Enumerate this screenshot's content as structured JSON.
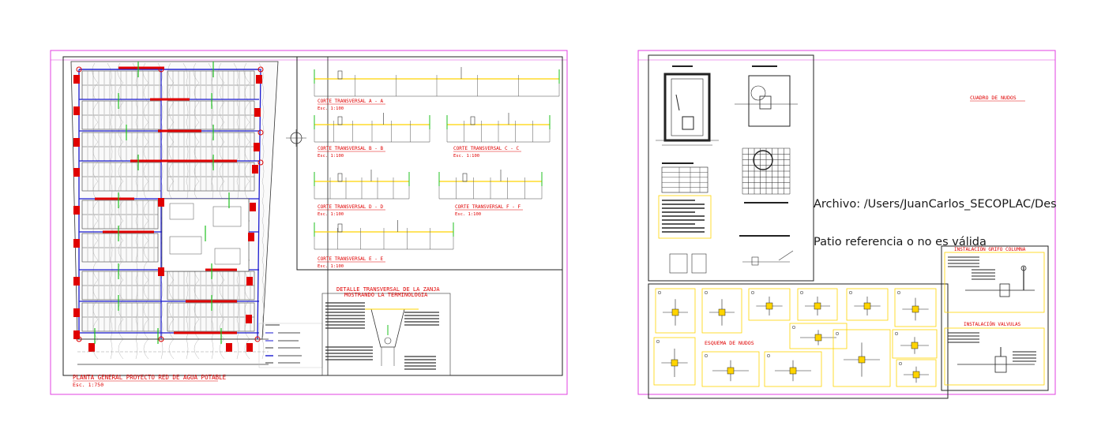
{
  "sheet1": {
    "plan_title": "PLANTA GENERAL PROYECTO RED DE AGUA POTABLE",
    "plan_scale": "Esc. 1:750",
    "sections": [
      {
        "title": "CORTE TRANSVERSAL A - A",
        "scale": "Esc. 1:100"
      },
      {
        "title": "CORTE TRANSVERSAL B - B",
        "scale": "Esc. 1:100"
      },
      {
        "title": "CORTE TRANSVERSAL C - C",
        "scale": "Esc. 1:100"
      },
      {
        "title": "CORTE TRANSVERSAL D - D",
        "scale": "Esc. 1:100"
      },
      {
        "title": "CORTE TRANSVERSAL F - F",
        "scale": "Esc. 1:100"
      },
      {
        "title": "CORTE TRANSVERSAL E - E",
        "scale": "Esc. 1:100"
      }
    ],
    "trench_detail_title_1": "DETALLE TRANSVERSAL DE LA ZANJA",
    "trench_detail_title_2": "MOSTRANDO LA TERMINOLOGIA"
  },
  "sheet2": {
    "nodes_table_title": "CUADRO DE NUDOS",
    "nodes_corner_title": "ESQUEMA DE NUDOS",
    "hydrant_title": "INSTALACIÓN GRIFO COLUMNA",
    "valves_title": "INSTALACIÓN VALVULAS"
  },
  "xref_warning": {
    "line1": "Archivo: /Users/JuanCarlos_SECOPLAC/Des",
    "line2": "Patio referencia o no es válida"
  },
  "colors": {
    "sheet_border": "#e040e0",
    "plan_red": "#e00000",
    "water_line": "#1a1ad0",
    "terrain": "#ffd400",
    "hatch_green": "#20c020"
  }
}
